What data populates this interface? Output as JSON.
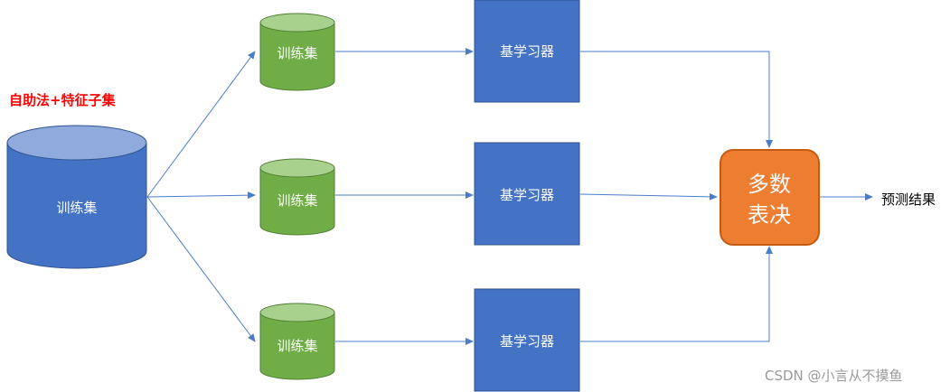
{
  "note": "自助法+特征子集",
  "main_dataset": {
    "label": "训练集"
  },
  "subsets": [
    {
      "label": "训练集"
    },
    {
      "label": "训练集"
    },
    {
      "label": "训练集"
    }
  ],
  "learners": [
    {
      "label": "基学习器"
    },
    {
      "label": "基学习器"
    },
    {
      "label": "基学习器"
    }
  ],
  "vote": {
    "line1": "多数",
    "line2": "表决"
  },
  "result": "预测结果",
  "watermark": "CSDN @小言从不摸鱼",
  "colors": {
    "main_cylinder": "#4472c4",
    "main_cylinder_top": "#8faadc",
    "subset_cylinder": "#70ad47",
    "subset_cylinder_top": "#a9d18e",
    "learner_box": "#4472c4",
    "vote_box": "#ed7d31",
    "arrow": "#4a7cc9",
    "note": "#ff0000"
  }
}
